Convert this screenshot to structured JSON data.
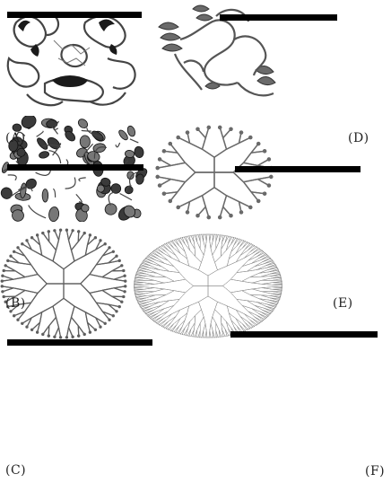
{
  "panels": [
    {
      "label": "(A)",
      "type": "protein-structure"
    },
    {
      "label": "(B)",
      "type": "protein-structure"
    },
    {
      "label": "(C)",
      "type": "protein-structure"
    },
    {
      "label": "(D)",
      "type": "dendrimer",
      "generations": 4
    },
    {
      "label": "(E)",
      "type": "dendrimer",
      "generations": 5
    },
    {
      "label": "(F)",
      "type": "dendrimer",
      "generations": 7
    }
  ],
  "colors": {
    "bar": "#000000",
    "ribbon": "#5a5a5a",
    "ribbon_dark": "#1a1a1a",
    "dendrimer": "#6a6a6a"
  }
}
